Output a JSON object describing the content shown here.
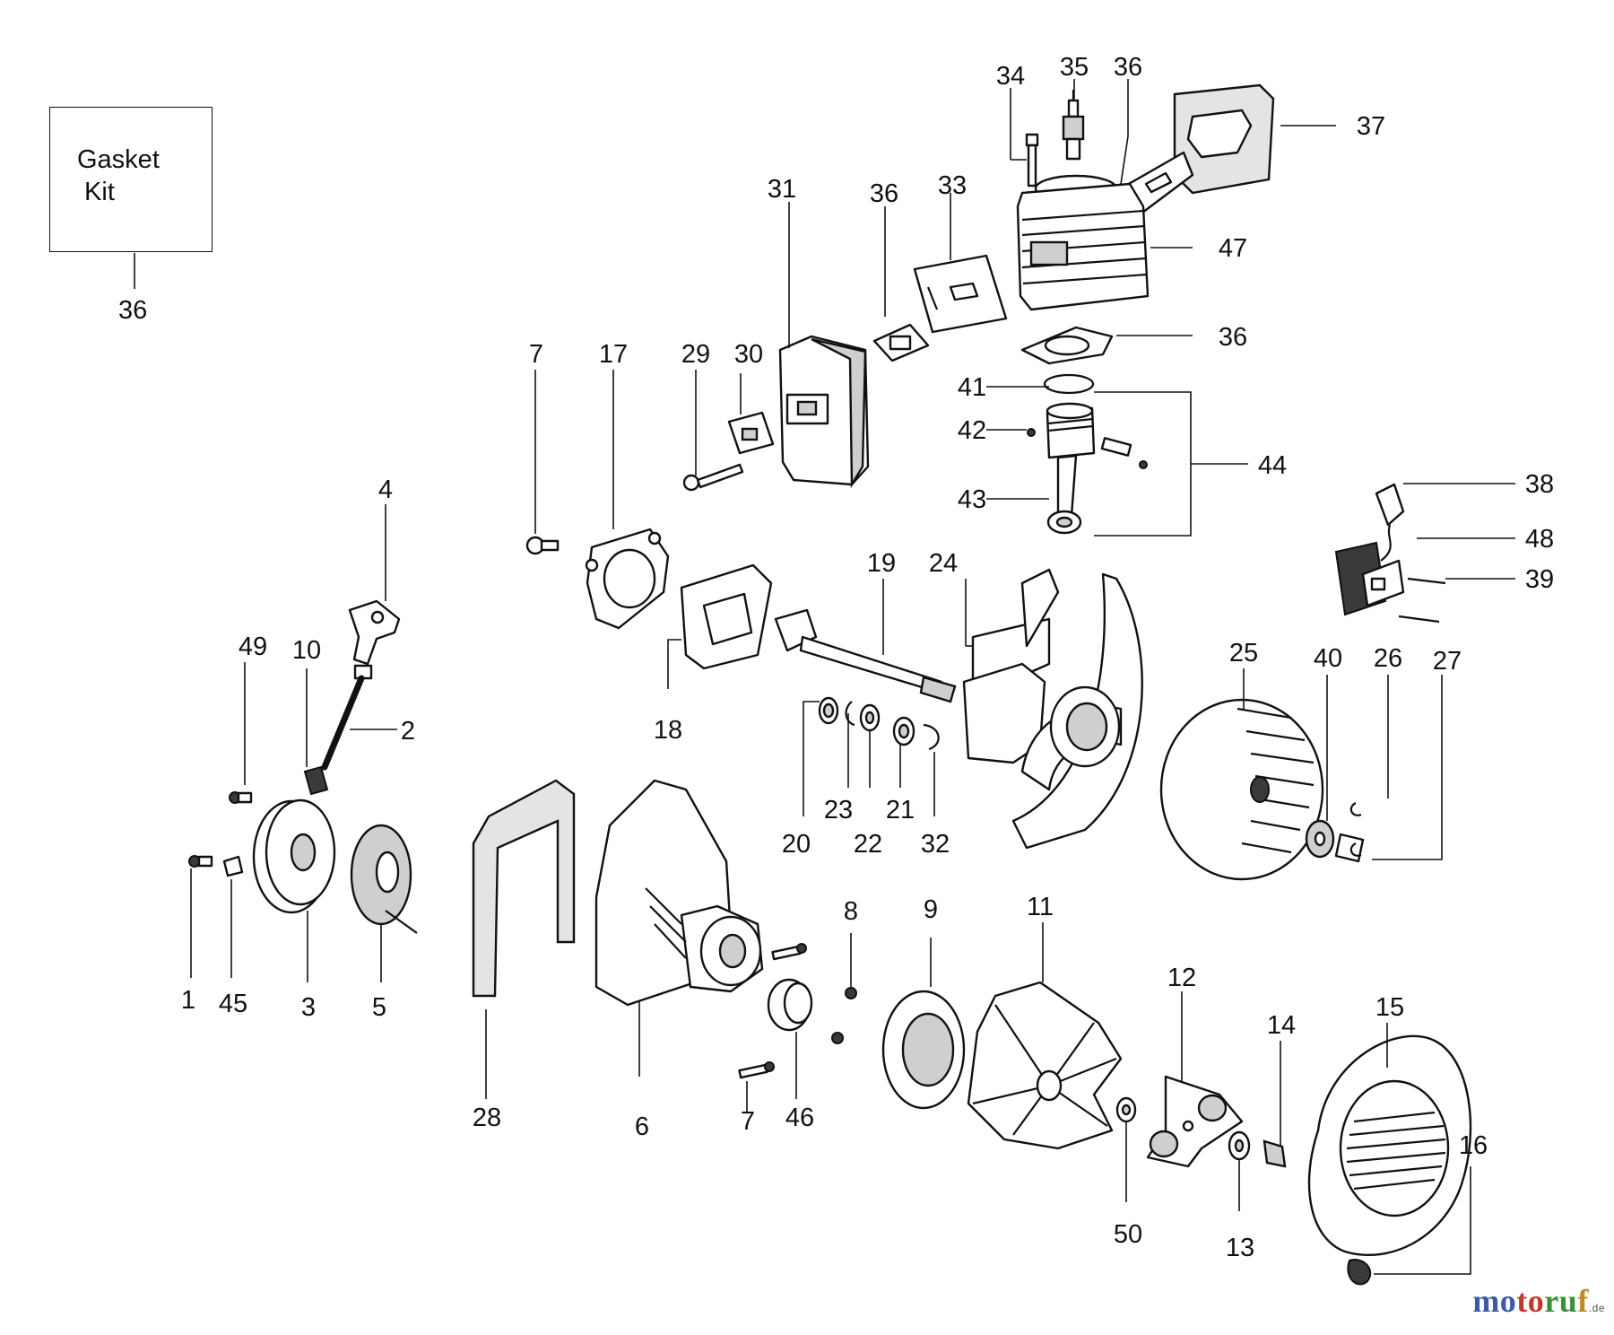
{
  "gasket_kit": {
    "label": "Gasket\n Kit",
    "number": "36"
  },
  "callouts": [
    "34",
    "35",
    "36",
    "37",
    "31",
    "36",
    "33",
    "47",
    "7",
    "17",
    "29",
    "30",
    "36",
    "41",
    "42",
    "44",
    "43",
    "38",
    "48",
    "39",
    "4",
    "49",
    "10",
    "2",
    "19",
    "24",
    "18",
    "25",
    "40",
    "26",
    "27",
    "20",
    "23",
    "22",
    "21",
    "32",
    "1",
    "45",
    "3",
    "5",
    "8",
    "9",
    "11",
    "12",
    "14",
    "15",
    "28",
    "6",
    "7",
    "46",
    "50",
    "13",
    "16"
  ],
  "watermark": {
    "part1": "mo",
    "part2": "to",
    "part3": "ru",
    "part4": "f",
    "suffix": ".de"
  }
}
